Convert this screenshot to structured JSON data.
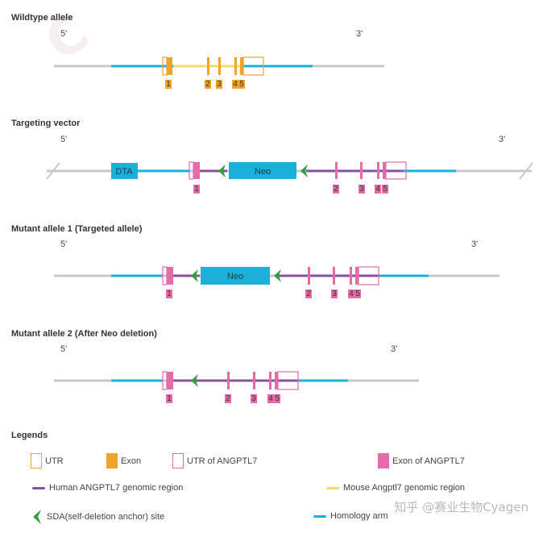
{
  "sections": [
    {
      "title": "Wildtype allele",
      "five": "5'",
      "three": "3'"
    },
    {
      "title": "Targeting vector",
      "five": "5'",
      "three": "3'"
    },
    {
      "title": "Mutant allele 1 (Targeted allele)",
      "five": "5'",
      "three": "3'"
    },
    {
      "title": "Mutant allele 2 (After Neo deletion)",
      "five": "5'",
      "three": "3'"
    }
  ],
  "elements": {
    "dta": "DTA",
    "neo": "Neo",
    "exon_labels": [
      "1",
      "2",
      "3",
      "4",
      "5"
    ]
  },
  "legend": {
    "title": "Legends",
    "utr": "UTR",
    "exon": "Exon",
    "utr_angptl7": "UTR of ANGPTL7",
    "exon_angptl7": "Exon of ANGPTL7",
    "human_region": "Human ANGPTL7 genomic region",
    "mouse_region": "Mouse Angptl7 genomic region",
    "sda": "SDA(self-deletion anchor) site",
    "homology": "Homology arm"
  },
  "watermark": "知乎 @赛业生物Cyagen",
  "colors": {
    "gray": "#c8c8c8",
    "homology": "#1ab0d8",
    "human": "#8a50a0",
    "mouse": "#f5dc6a",
    "exon_mouse": "#f0a32a",
    "exon_human": "#e46aaa",
    "sda": "#2f9e3f",
    "neo_box": "#1ab0d8"
  }
}
